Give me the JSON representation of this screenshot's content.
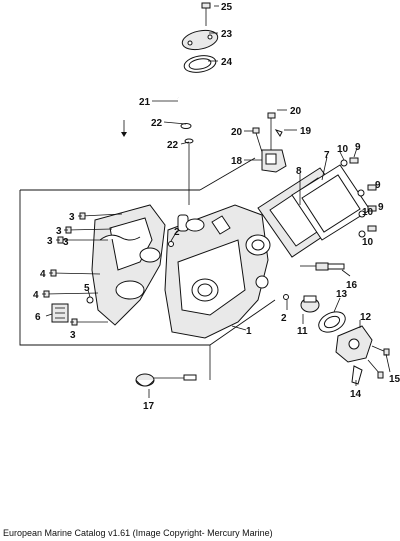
{
  "caption": "European Marine Catalog v1.61 (Image Copyright- Mercury Marine)",
  "callouts": [
    "25",
    "23",
    "24",
    "21",
    "22",
    "22",
    "20",
    "20",
    "19",
    "18",
    "7",
    "8",
    "10",
    "9",
    "9",
    "10",
    "9",
    "10",
    "3",
    "3",
    "3",
    "3",
    "2",
    "4",
    "4",
    "5",
    "6",
    "3",
    "16",
    "2",
    "1",
    "13",
    "11",
    "12",
    "15",
    "14",
    "17"
  ]
}
